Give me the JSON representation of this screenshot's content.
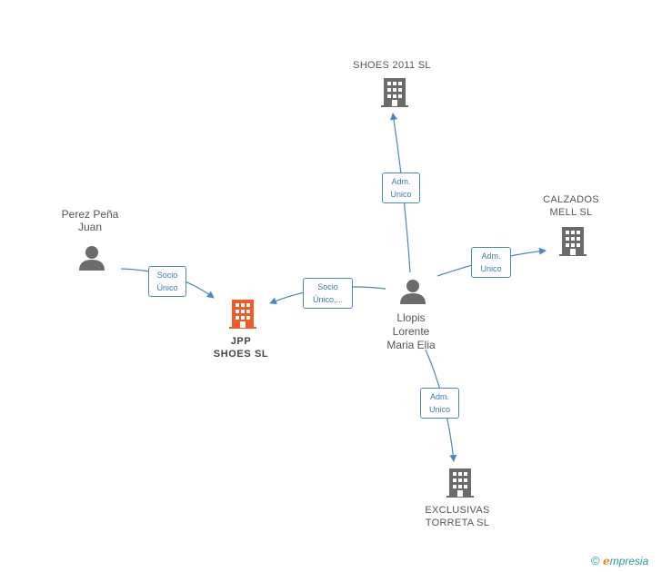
{
  "diagram": {
    "nodes": {
      "shoes2011": {
        "name": "SHOES 2011 SL",
        "type": "company"
      },
      "calzados": {
        "line1": "CALZADOS",
        "line2": "MELL SL",
        "type": "company"
      },
      "perez": {
        "line1": "Perez Peña",
        "line2": "Juan",
        "type": "person"
      },
      "jpp": {
        "line1": "JPP",
        "line2": "SHOES SL",
        "type": "company",
        "focus": true
      },
      "llopis": {
        "line1": "Llopis",
        "line2": "Lorente",
        "line3": "Maria Elia",
        "type": "person"
      },
      "exclusivas": {
        "line1": "EXCLUSIVAS",
        "line2": "TORRETA SL",
        "type": "company"
      }
    },
    "edges": {
      "llopis_shoes2011": {
        "line1": "Adm.",
        "line2": "Unico"
      },
      "llopis_calzados": {
        "line1": "Adm.",
        "line2": "Unico"
      },
      "llopis_jpp": {
        "line1": "Socio",
        "line2": "Único,..."
      },
      "perez_jpp": {
        "line1": "Socio",
        "line2": "Único"
      },
      "llopis_exclusivas": {
        "line1": "Adm.",
        "line2": "Unico"
      }
    },
    "colors": {
      "edge": "#4a86c8",
      "company_icon": "#6b6b6b",
      "focus_icon": "#f05a28",
      "person_icon": "#6b6b6b"
    }
  },
  "brand": {
    "copyright": "©",
    "e": "e",
    "rest": "mpresia"
  }
}
